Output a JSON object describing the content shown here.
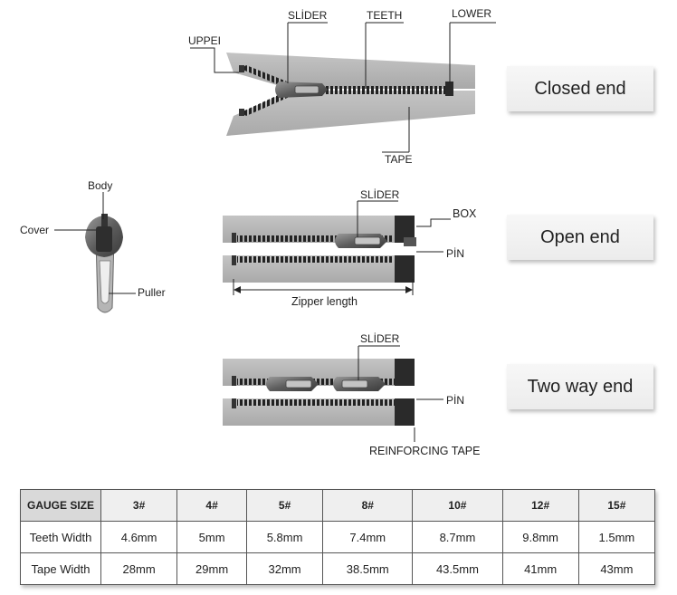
{
  "closed_end": {
    "label_upper": "UPPEI",
    "label_slider": "SLİDER",
    "label_teeth": "TEETH",
    "label_lower": "LOWER",
    "label_tape": "TAPE",
    "card": "Closed end"
  },
  "slider_parts": {
    "label_body": "Body",
    "label_cover": "Cover",
    "label_puller": "Puller"
  },
  "open_end": {
    "label_slider": "SLİDER",
    "label_box": "BOX",
    "label_pin": "PİN",
    "label_length": "Zipper length",
    "card": "Open end"
  },
  "two_way_end": {
    "label_slider": "SLİDER",
    "label_pin": "PİN",
    "label_reinforcing": "REINFORCING TAPE",
    "card": "Two way end"
  },
  "table": {
    "headers": [
      "GAUGE SIZE",
      "3#",
      "4#",
      "5#",
      "8#",
      "10#",
      "12#",
      "15#"
    ],
    "rows": [
      {
        "label": "Teeth Width",
        "values": [
          "4.6mm",
          "5mm",
          "5.8mm",
          "7.4mm",
          "8.7mm",
          "9.8mm",
          "1.5mm"
        ]
      },
      {
        "label": "Tape Width",
        "values": [
          "28mm",
          "29mm",
          "32mm",
          "38.5mm",
          "43.5mm",
          "41mm",
          "43mm"
        ]
      }
    ]
  }
}
